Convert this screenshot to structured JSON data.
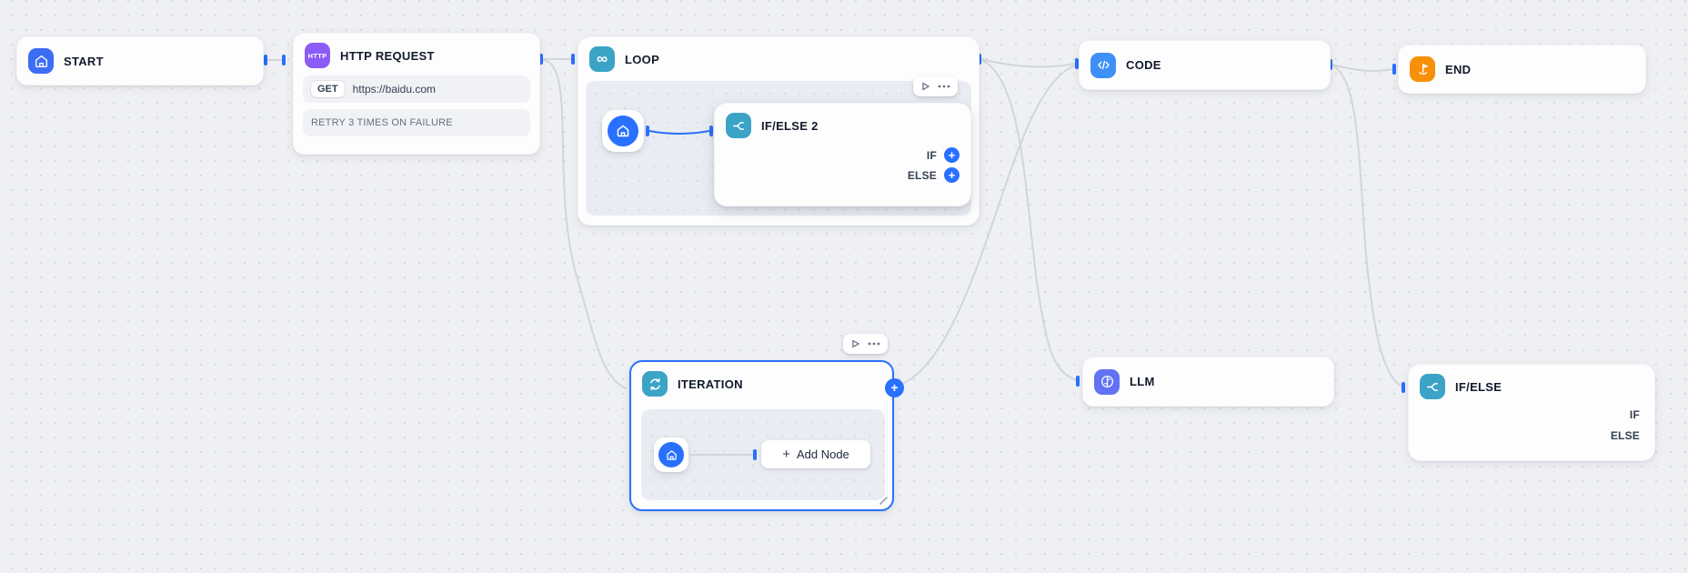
{
  "canvas": {
    "background": "#eef0f4",
    "dot_color": "#d7dae1",
    "edge_color": "#d2d5dc",
    "accent": "#2970ff"
  },
  "icons": {
    "plus": "+",
    "infinity": "∞",
    "http_label": "HTTP"
  },
  "nodes": {
    "start": {
      "title": "START",
      "icon_bg": "#3d6df2"
    },
    "http_request": {
      "title": "HTTP REQUEST",
      "icon_bg": "#8b5cf6",
      "method": "GET",
      "url": "https://baidu.com",
      "retry_note": "RETRY 3 TIMES ON FAILURE"
    },
    "loop": {
      "title": "LOOP",
      "icon_bg": "#3ba4c6"
    },
    "if_else_2": {
      "title": "IF/ELSE 2",
      "icon_bg": "#3ba4c6",
      "branches": [
        {
          "label": "IF"
        },
        {
          "label": "ELSE"
        }
      ]
    },
    "code": {
      "title": "CODE",
      "icon_bg": "#3e90f7"
    },
    "end": {
      "title": "END",
      "icon_bg": "#f79009"
    },
    "iteration": {
      "title": "ITERATION",
      "icon_bg": "#3ba4c6",
      "add_node_label": "Add Node"
    },
    "llm": {
      "title": "LLM",
      "icon_bg": "#6172f3"
    },
    "if_else": {
      "title": "IF/ELSE",
      "icon_bg": "#3ba4c6",
      "branches": [
        {
          "label": "IF"
        },
        {
          "label": "ELSE"
        }
      ]
    }
  }
}
